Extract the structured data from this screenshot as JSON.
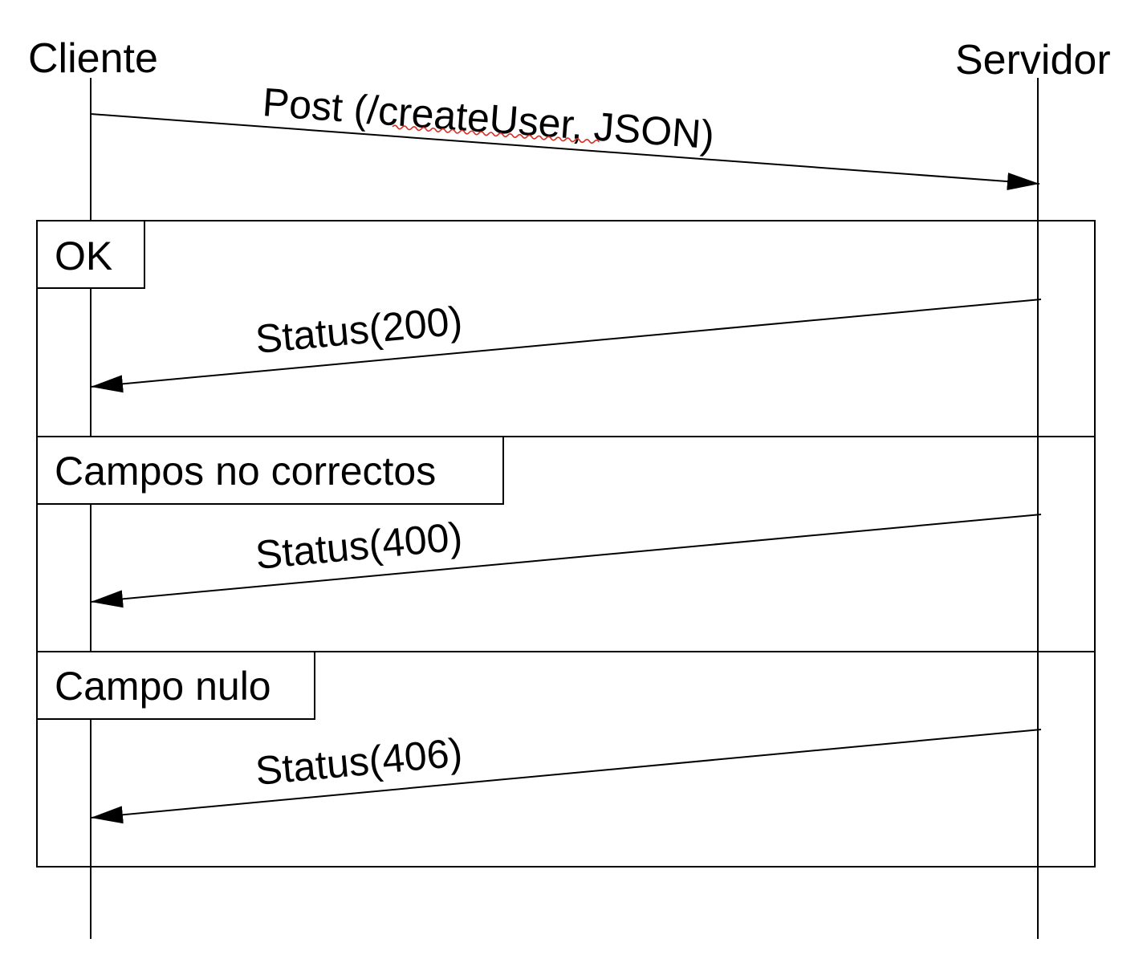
{
  "participants": {
    "client": {
      "label": "Cliente"
    },
    "server": {
      "label": "Servidor"
    }
  },
  "messages": {
    "request": {
      "label": "Post (/createUser, JSON)",
      "spellcheck_word": "createUser"
    },
    "ok": {
      "label": "Status(200)"
    },
    "bad_fields": {
      "label": "Status(400)"
    },
    "null_field": {
      "label": "Status(406)"
    }
  },
  "fragments": {
    "ok": {
      "label": "OK"
    },
    "bad_fields": {
      "label": "Campos no correctos"
    },
    "null_field": {
      "label": "Campo nulo"
    }
  },
  "colors": {
    "ink": "#000000",
    "spellcheck": "#d93025"
  }
}
